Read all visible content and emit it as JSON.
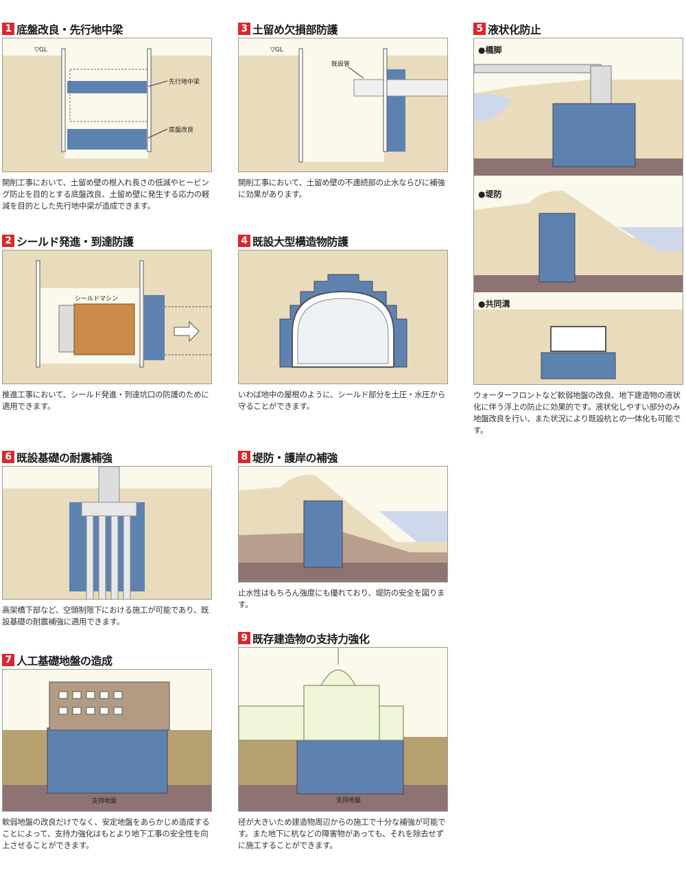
{
  "colors": {
    "ground": "#e9dcbc",
    "deep": "#8d7372",
    "improve": "#5e82b0",
    "water": "#cfd8ea",
    "accent": "#d8282e"
  },
  "sections": [
    {
      "num": "1",
      "title": "底盤改良・先行地中梁",
      "labels": {
        "gl": "▽GL",
        "beam": "先行地中梁",
        "bottom": "底盤改良"
      },
      "desc": "開削工事において、土留め壁の根入れ長さの低減やヒービング防止を目的とする底盤改良、土留め壁に発生する応力の軽減を目的とした先行地中梁が造成できます。"
    },
    {
      "num": "2",
      "title": "シールド発進・到達防護",
      "labels": {
        "machine": "シールドマシン"
      },
      "desc": "推進工事において、シールド発進・到達坑口の防護のために適用できます。"
    },
    {
      "num": "3",
      "title": "土留め欠損部防護",
      "labels": {
        "gl": "▽GL",
        "pipe": "既設管"
      },
      "desc": "開削工事において、土留め壁の不連続部の止水ならびに補強に効果があります。"
    },
    {
      "num": "4",
      "title": "既設大型構造物防護",
      "desc": "いわば地中の屋根のように、シールド部分を土圧・水圧から守ることができます。"
    },
    {
      "num": "5",
      "title": "液状化防止",
      "labels": {
        "pier": "●橋脚",
        "levee": "●堤防",
        "duct": "●共同溝"
      },
      "desc": "ウォーターフロントなど軟弱地盤の改良、地下建造物の液状化に伴う浮上の防止に効果的です。液状化しやすい部分のみ地盤改良を行い、また状況により既設杭との一体化も可能です。"
    },
    {
      "num": "6",
      "title": "既設基礎の耐震補強",
      "desc": "高架橋下部など、空頭制限下における施工が可能であり、既設基礎の耐震補強に適用できます。"
    },
    {
      "num": "7",
      "title": "人工基礎地盤の造成",
      "labels": {
        "support": "支持地盤"
      },
      "desc": "軟弱地盤の改良だけでなく、安定地盤をあらかじめ造成することによって、支持力強化はもとより地下工事の安全性を向上させることができます。"
    },
    {
      "num": "8",
      "title": "堤防・護岸の補強",
      "desc": "止水性はもちろん強度にも優れており、堤防の安全を図ります。"
    },
    {
      "num": "9",
      "title": "既存建造物の支持力強化",
      "labels": {
        "support": "支持地盤"
      },
      "desc": "径が大きいため建造物周辺からの施工で十分な補強が可能です。また地下に杭などの障害物があっても、それを除去せずに施工することができます。"
    }
  ]
}
